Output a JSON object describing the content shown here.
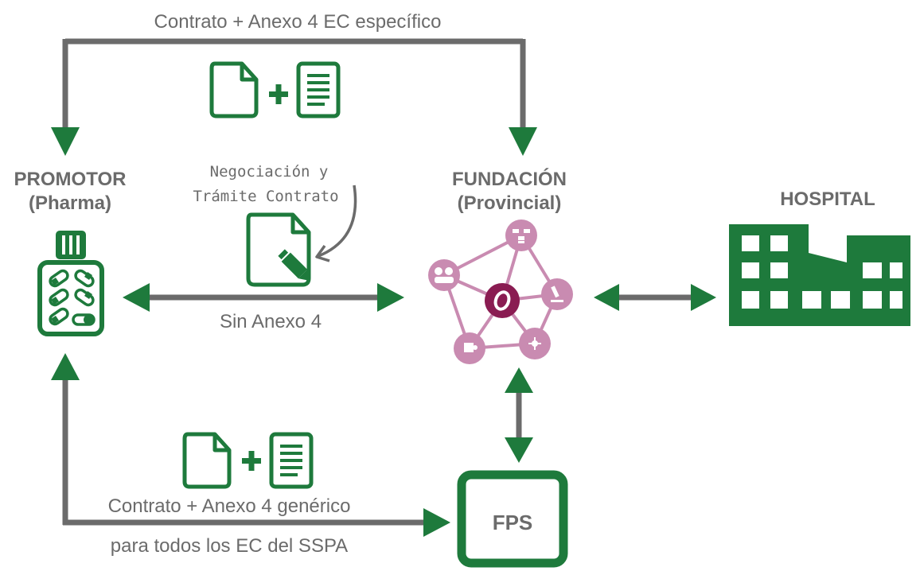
{
  "nodes": {
    "promotor": {
      "title": "PROMOTOR",
      "subtitle": "(Pharma)"
    },
    "fundacion": {
      "title": "FUNDACIÓN",
      "subtitle": "(Provincial)"
    },
    "hospital": {
      "title": "HOSPITAL"
    },
    "fps": {
      "title": "FPS"
    }
  },
  "edges": {
    "top_label": "Contrato + Anexo 4 EC específico",
    "middle_label": "Sin Anexo 4",
    "negotiation_line1": "Negociación y",
    "negotiation_line2": "Trámite Contrato",
    "bottom_label_line1": "Contrato + Anexo 4 genérico",
    "bottom_label_line2": "para todos los EC del SSPA"
  },
  "colors": {
    "green": "#1e7a3c",
    "gray": "#6b6b6b",
    "pink": "#c98bb1",
    "maroon": "#8a1c52"
  }
}
